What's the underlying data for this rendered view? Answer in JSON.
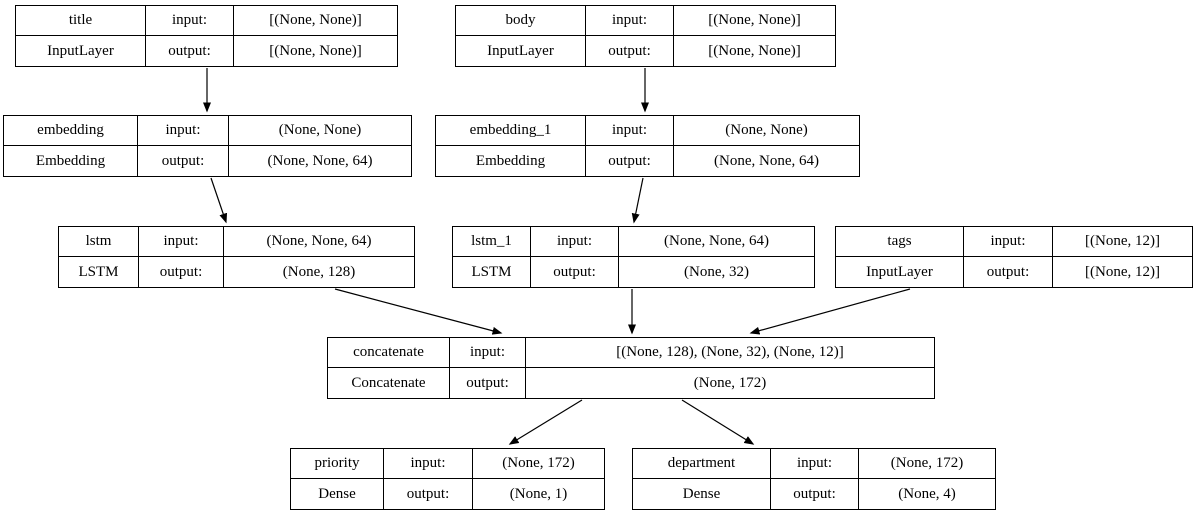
{
  "diagram": {
    "kind": "keras-model-architecture-graph",
    "colors": {
      "background": "#ffffff",
      "border": "#000000",
      "text": "#000000",
      "arrow": "#000000"
    },
    "labels": {
      "input": "input:",
      "output": "output:"
    },
    "nodes": [
      {
        "id": "title",
        "name": "title",
        "type": "InputLayer",
        "input_shape": "[(None, None)]",
        "output_shape": "[(None, None)]"
      },
      {
        "id": "body",
        "name": "body",
        "type": "InputLayer",
        "input_shape": "[(None, None)]",
        "output_shape": "[(None, None)]"
      },
      {
        "id": "embedding",
        "name": "embedding",
        "type": "Embedding",
        "input_shape": "(None, None)",
        "output_shape": "(None, None, 64)"
      },
      {
        "id": "embedding_1",
        "name": "embedding_1",
        "type": "Embedding",
        "input_shape": "(None, None)",
        "output_shape": "(None, None, 64)"
      },
      {
        "id": "lstm",
        "name": "lstm",
        "type": "LSTM",
        "input_shape": "(None, None, 64)",
        "output_shape": "(None, 128)"
      },
      {
        "id": "lstm_1",
        "name": "lstm_1",
        "type": "LSTM",
        "input_shape": "(None, None, 64)",
        "output_shape": "(None, 32)"
      },
      {
        "id": "tags",
        "name": "tags",
        "type": "InputLayer",
        "input_shape": "[(None, 12)]",
        "output_shape": "[(None, 12)]"
      },
      {
        "id": "concatenate",
        "name": "concatenate",
        "type": "Concatenate",
        "input_shape": "[(None, 128), (None, 32), (None, 12)]",
        "output_shape": "(None, 172)"
      },
      {
        "id": "priority",
        "name": "priority",
        "type": "Dense",
        "input_shape": "(None, 172)",
        "output_shape": "(None, 1)"
      },
      {
        "id": "department",
        "name": "department",
        "type": "Dense",
        "input_shape": "(None, 172)",
        "output_shape": "(None, 4)"
      }
    ],
    "edges": [
      {
        "from": "title",
        "to": "embedding"
      },
      {
        "from": "body",
        "to": "embedding_1"
      },
      {
        "from": "embedding",
        "to": "lstm"
      },
      {
        "from": "embedding_1",
        "to": "lstm_1"
      },
      {
        "from": "lstm",
        "to": "concatenate"
      },
      {
        "from": "lstm_1",
        "to": "concatenate"
      },
      {
        "from": "tags",
        "to": "concatenate"
      },
      {
        "from": "concatenate",
        "to": "priority"
      },
      {
        "from": "concatenate",
        "to": "department"
      }
    ]
  }
}
